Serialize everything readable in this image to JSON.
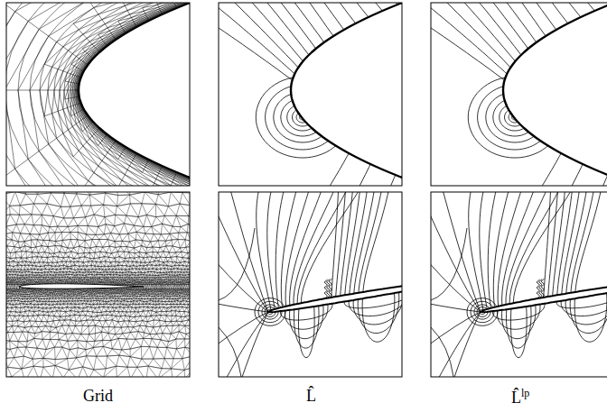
{
  "diagram": {
    "labels": [
      "Grid",
      "L̂",
      "L̂",
      "lp"
    ]
  }
}
